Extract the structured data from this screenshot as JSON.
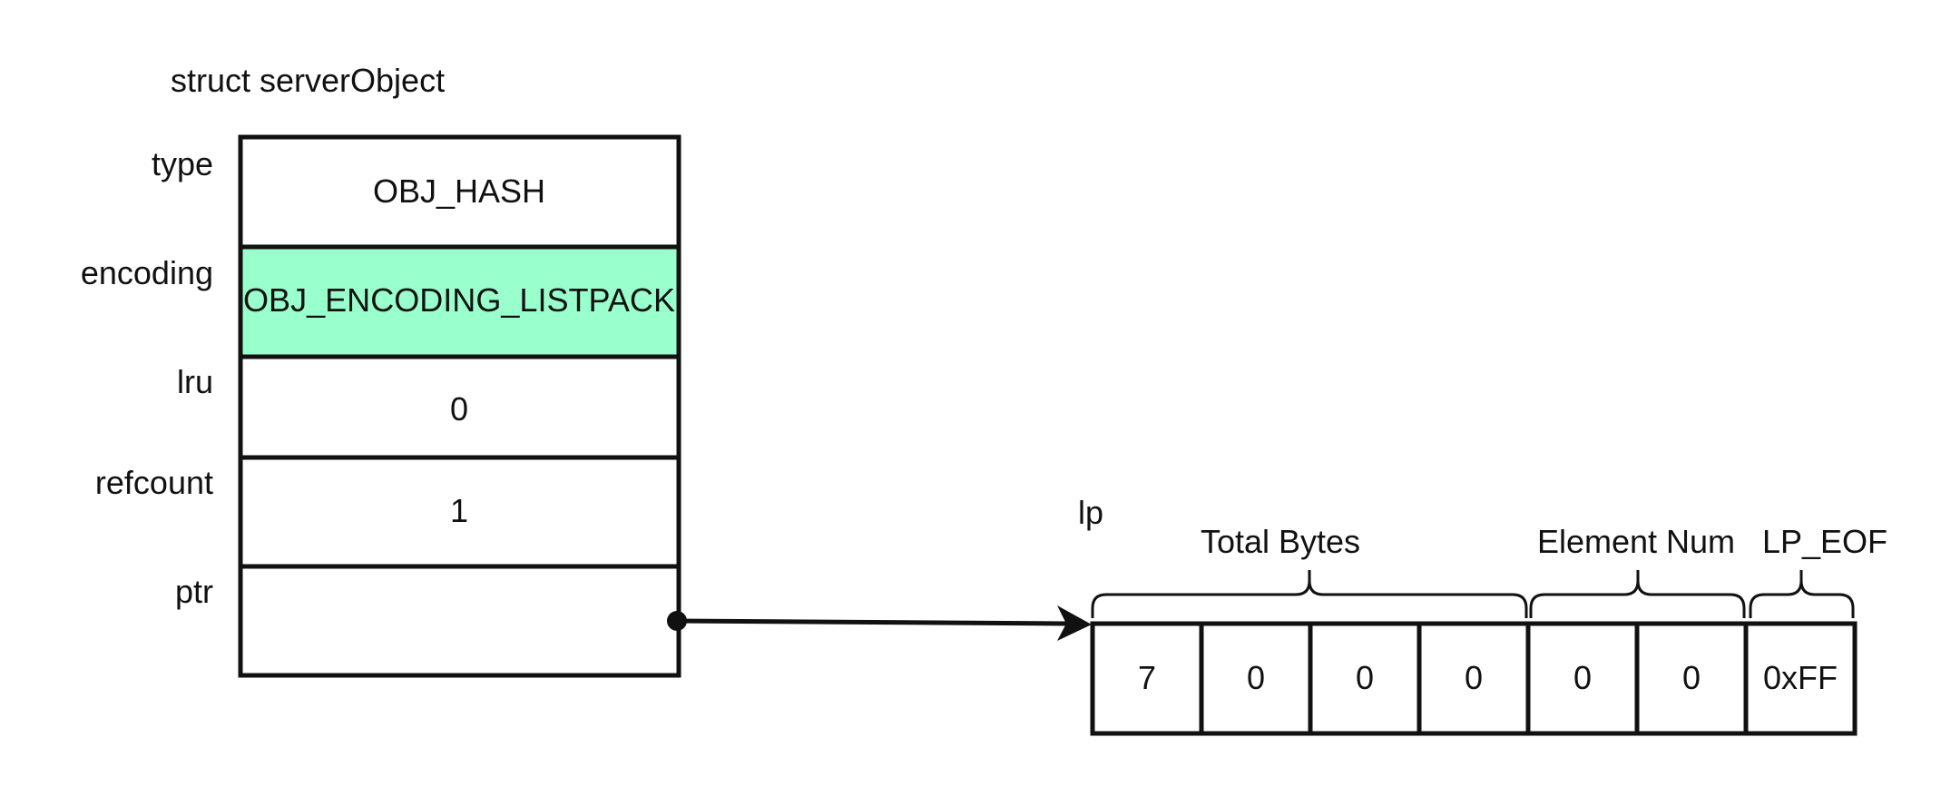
{
  "struct": {
    "title": "struct serverObject",
    "fields": [
      {
        "name": "type",
        "value": "OBJ_HASH",
        "fill": "#ffffff"
      },
      {
        "name": "encoding",
        "value": "OBJ_ENCODING_LISTPACK",
        "fill": "#99ffcc"
      },
      {
        "name": "lru",
        "value": "0",
        "fill": "#ffffff"
      },
      {
        "name": "refcount",
        "value": "1",
        "fill": "#ffffff"
      },
      {
        "name": "ptr",
        "value": "",
        "fill": "#ffffff"
      }
    ]
  },
  "listpack": {
    "pointer_label": "lp",
    "groups": [
      {
        "label": "Total Bytes"
      },
      {
        "label": "Element Num"
      },
      {
        "label": "LP_EOF"
      }
    ],
    "cells": [
      "7",
      "0",
      "0",
      "0",
      "0",
      "0",
      "0xFF"
    ]
  },
  "colors": {
    "stroke": "#111111",
    "highlight": "#99ffcc"
  }
}
